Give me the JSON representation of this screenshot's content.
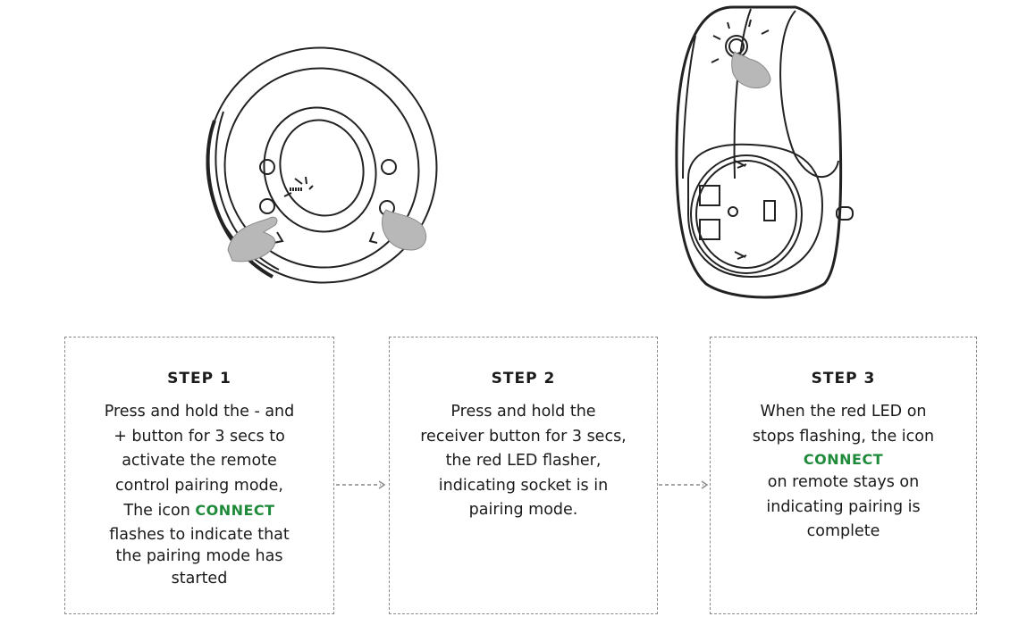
{
  "steps": [
    {
      "title": "STEP 1",
      "lines_before": [
        "Press and hold the - and",
        "+ button for 3 secs to",
        "activate the remote",
        "control pairing mode,"
      ],
      "connect_prefix": "The icon",
      "connect_word": "CONNECT",
      "lines_after": [
        "flashes to indicate that",
        "the pairing mode has",
        "started"
      ]
    },
    {
      "title": "STEP 2",
      "lines": [
        "Press and hold the",
        "receiver button for 3 secs,",
        "the red LED flasher,",
        "indicating socket is in",
        "pairing mode."
      ]
    },
    {
      "title": "STEP 3",
      "lines_before": [
        "When the red LED on",
        "stops flashing, the icon"
      ],
      "connect_word": "CONNECT",
      "lines_after": [
        "on remote stays on",
        "indicating pairing is",
        "complete"
      ]
    }
  ],
  "colors": {
    "connect_green": "#1f8a3a",
    "dash_border": "#8a8a8a",
    "hand_gray": "#b8b8b8"
  }
}
